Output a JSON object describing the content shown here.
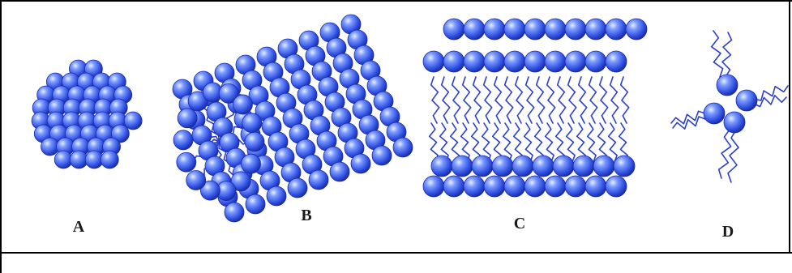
{
  "figure": {
    "colors": {
      "sphere_light": "#cfe0ff",
      "sphere_mid": "#4f78ff",
      "sphere_dark": "#1a2ea6",
      "tail": "#2b3fd0",
      "border": "#000000"
    },
    "panels": [
      {
        "id": "A",
        "label": "A",
        "structure": "spherical-micelle"
      },
      {
        "id": "B",
        "label": "B",
        "structure": "cylindrical-micelle"
      },
      {
        "id": "C",
        "label": "C",
        "structure": "bilayer"
      },
      {
        "id": "D",
        "label": "D",
        "structure": "tetramer-with-tails"
      }
    ]
  }
}
